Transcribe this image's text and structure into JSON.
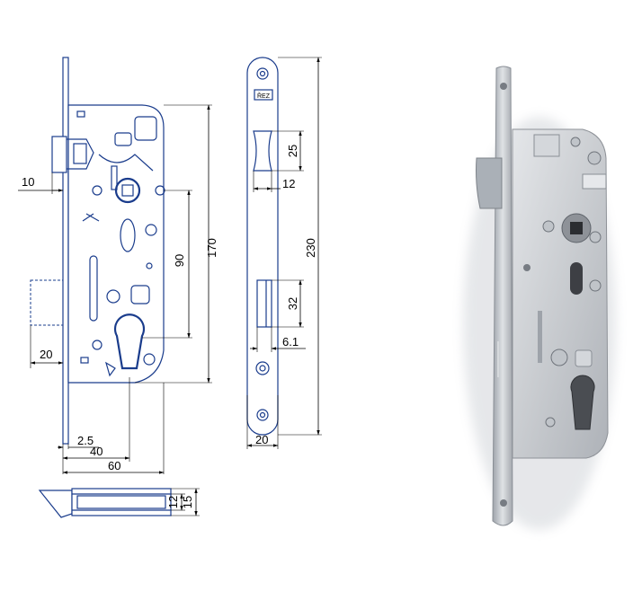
{
  "drawing": {
    "front_view": {
      "dim_backset_face": "10",
      "dim_bolt_offset": "20",
      "dim_face_thickness": "2.5",
      "dim_backset": "40",
      "dim_body_depth": "60",
      "dim_handle_to_cylinder": "90",
      "dim_case_height": "170"
    },
    "side_view": {
      "dim_latch_height": "25",
      "dim_latch_depth": "12",
      "dim_bolt_height": "32",
      "dim_bolt_depth": "6.1",
      "dim_faceplate_width": "20",
      "dim_faceplate_height": "230",
      "stamp": "ŘEZ"
    },
    "top_view": {
      "dim_case_thickness": "12",
      "dim_total_thickness": "15"
    }
  },
  "photo": {
    "colors": {
      "case": "#c9ccd0",
      "faceplate": "#b8bcc2",
      "latch": "#a9adb3",
      "shadow": "#8e9298"
    }
  }
}
